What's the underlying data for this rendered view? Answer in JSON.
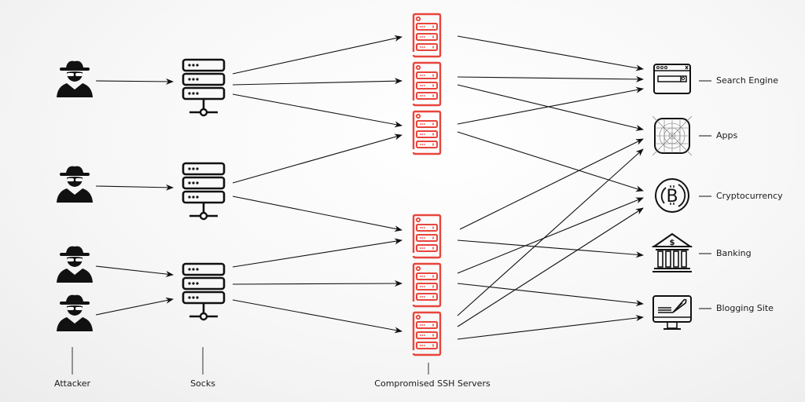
{
  "column_labels": {
    "attacker": "Attacker",
    "socks": "Socks",
    "ssh": "Compromised SSH Servers"
  },
  "attackers": [
    {
      "name": "attacker-1-icon",
      "icon": "spy-icon"
    },
    {
      "name": "attacker-2-icon",
      "icon": "spy-icon"
    },
    {
      "name": "attacker-3-icon",
      "icon": "spy-icon"
    },
    {
      "name": "attacker-4-icon",
      "icon": "spy-icon"
    }
  ],
  "socks": [
    {
      "name": "socks-proxy-1",
      "icon": "server-rack-icon"
    },
    {
      "name": "socks-proxy-2",
      "icon": "server-rack-icon"
    },
    {
      "name": "socks-proxy-3",
      "icon": "server-rack-icon"
    }
  ],
  "ssh_servers": [
    {
      "name": "ssh-server-1",
      "icon": "server-tower-icon"
    },
    {
      "name": "ssh-server-2",
      "icon": "server-tower-icon"
    },
    {
      "name": "ssh-server-3",
      "icon": "server-tower-icon"
    },
    {
      "name": "ssh-server-4",
      "icon": "server-tower-icon"
    },
    {
      "name": "ssh-server-5",
      "icon": "server-tower-icon"
    },
    {
      "name": "ssh-server-6",
      "icon": "server-tower-icon"
    }
  ],
  "targets": [
    {
      "label": "Search Engine",
      "icon": "browser-search-icon"
    },
    {
      "label": "Apps",
      "icon": "app-grid-icon"
    },
    {
      "label": "Cryptocurrency",
      "icon": "bitcoin-icon"
    },
    {
      "label": "Banking",
      "icon": "bank-icon"
    },
    {
      "label": "Blogging Site",
      "icon": "monitor-quill-icon"
    }
  ],
  "edges": {
    "attacker_to_socks": [
      [
        0,
        0
      ],
      [
        1,
        1
      ],
      [
        2,
        2
      ],
      [
        3,
        2
      ]
    ],
    "socks_to_ssh": [
      [
        0,
        0
      ],
      [
        0,
        1
      ],
      [
        0,
        2
      ],
      [
        1,
        2
      ],
      [
        1,
        3
      ],
      [
        2,
        3
      ],
      [
        2,
        4
      ],
      [
        2,
        5
      ]
    ],
    "ssh_to_target": [
      [
        0,
        0
      ],
      [
        1,
        0
      ],
      [
        1,
        1
      ],
      [
        2,
        0
      ],
      [
        2,
        2
      ],
      [
        3,
        1
      ],
      [
        3,
        3
      ],
      [
        4,
        2
      ],
      [
        4,
        4
      ],
      [
        5,
        1
      ],
      [
        5,
        2
      ],
      [
        5,
        4
      ]
    ]
  },
  "colors": {
    "ssh_red": "#e8453c",
    "ink": "#111111",
    "text": "#1a1a1a"
  }
}
